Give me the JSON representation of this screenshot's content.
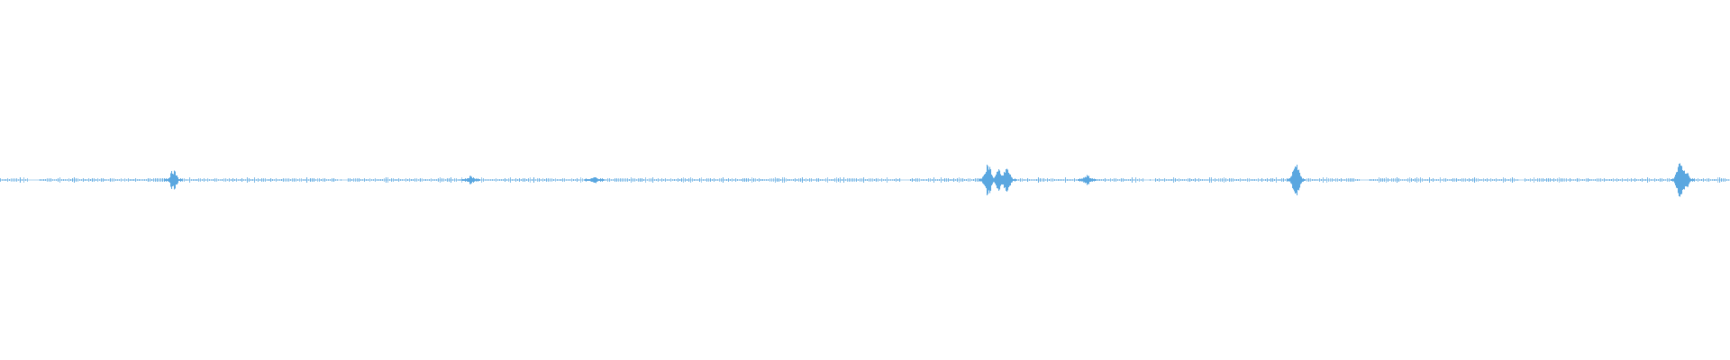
{
  "waveform": {
    "color": "#5aa7e0",
    "background": "#ffffff",
    "baseline_fraction": 0.5,
    "peaks": [
      {
        "position": 0.1,
        "amplitude": 0.03
      },
      {
        "position": 0.272,
        "amplitude": 0.012
      },
      {
        "position": 0.343,
        "amplitude": 0.01
      },
      {
        "position": 0.571,
        "amplitude": 0.05
      },
      {
        "position": 0.577,
        "amplitude": 0.03
      },
      {
        "position": 0.582,
        "amplitude": 0.035
      },
      {
        "position": 0.628,
        "amplitude": 0.014
      },
      {
        "position": 0.749,
        "amplitude": 0.055
      },
      {
        "position": 0.971,
        "amplitude": 0.055
      },
      {
        "position": 0.974,
        "amplitude": 0.03
      }
    ],
    "quiet_gaps": [
      {
        "start": 0.016,
        "end": 0.022
      },
      {
        "start": 0.194,
        "end": 0.2
      },
      {
        "start": 0.52,
        "end": 0.526
      },
      {
        "start": 0.661,
        "end": 0.667
      },
      {
        "start": 0.786,
        "end": 0.792
      },
      {
        "start": 0.877,
        "end": 0.883
      }
    ]
  }
}
